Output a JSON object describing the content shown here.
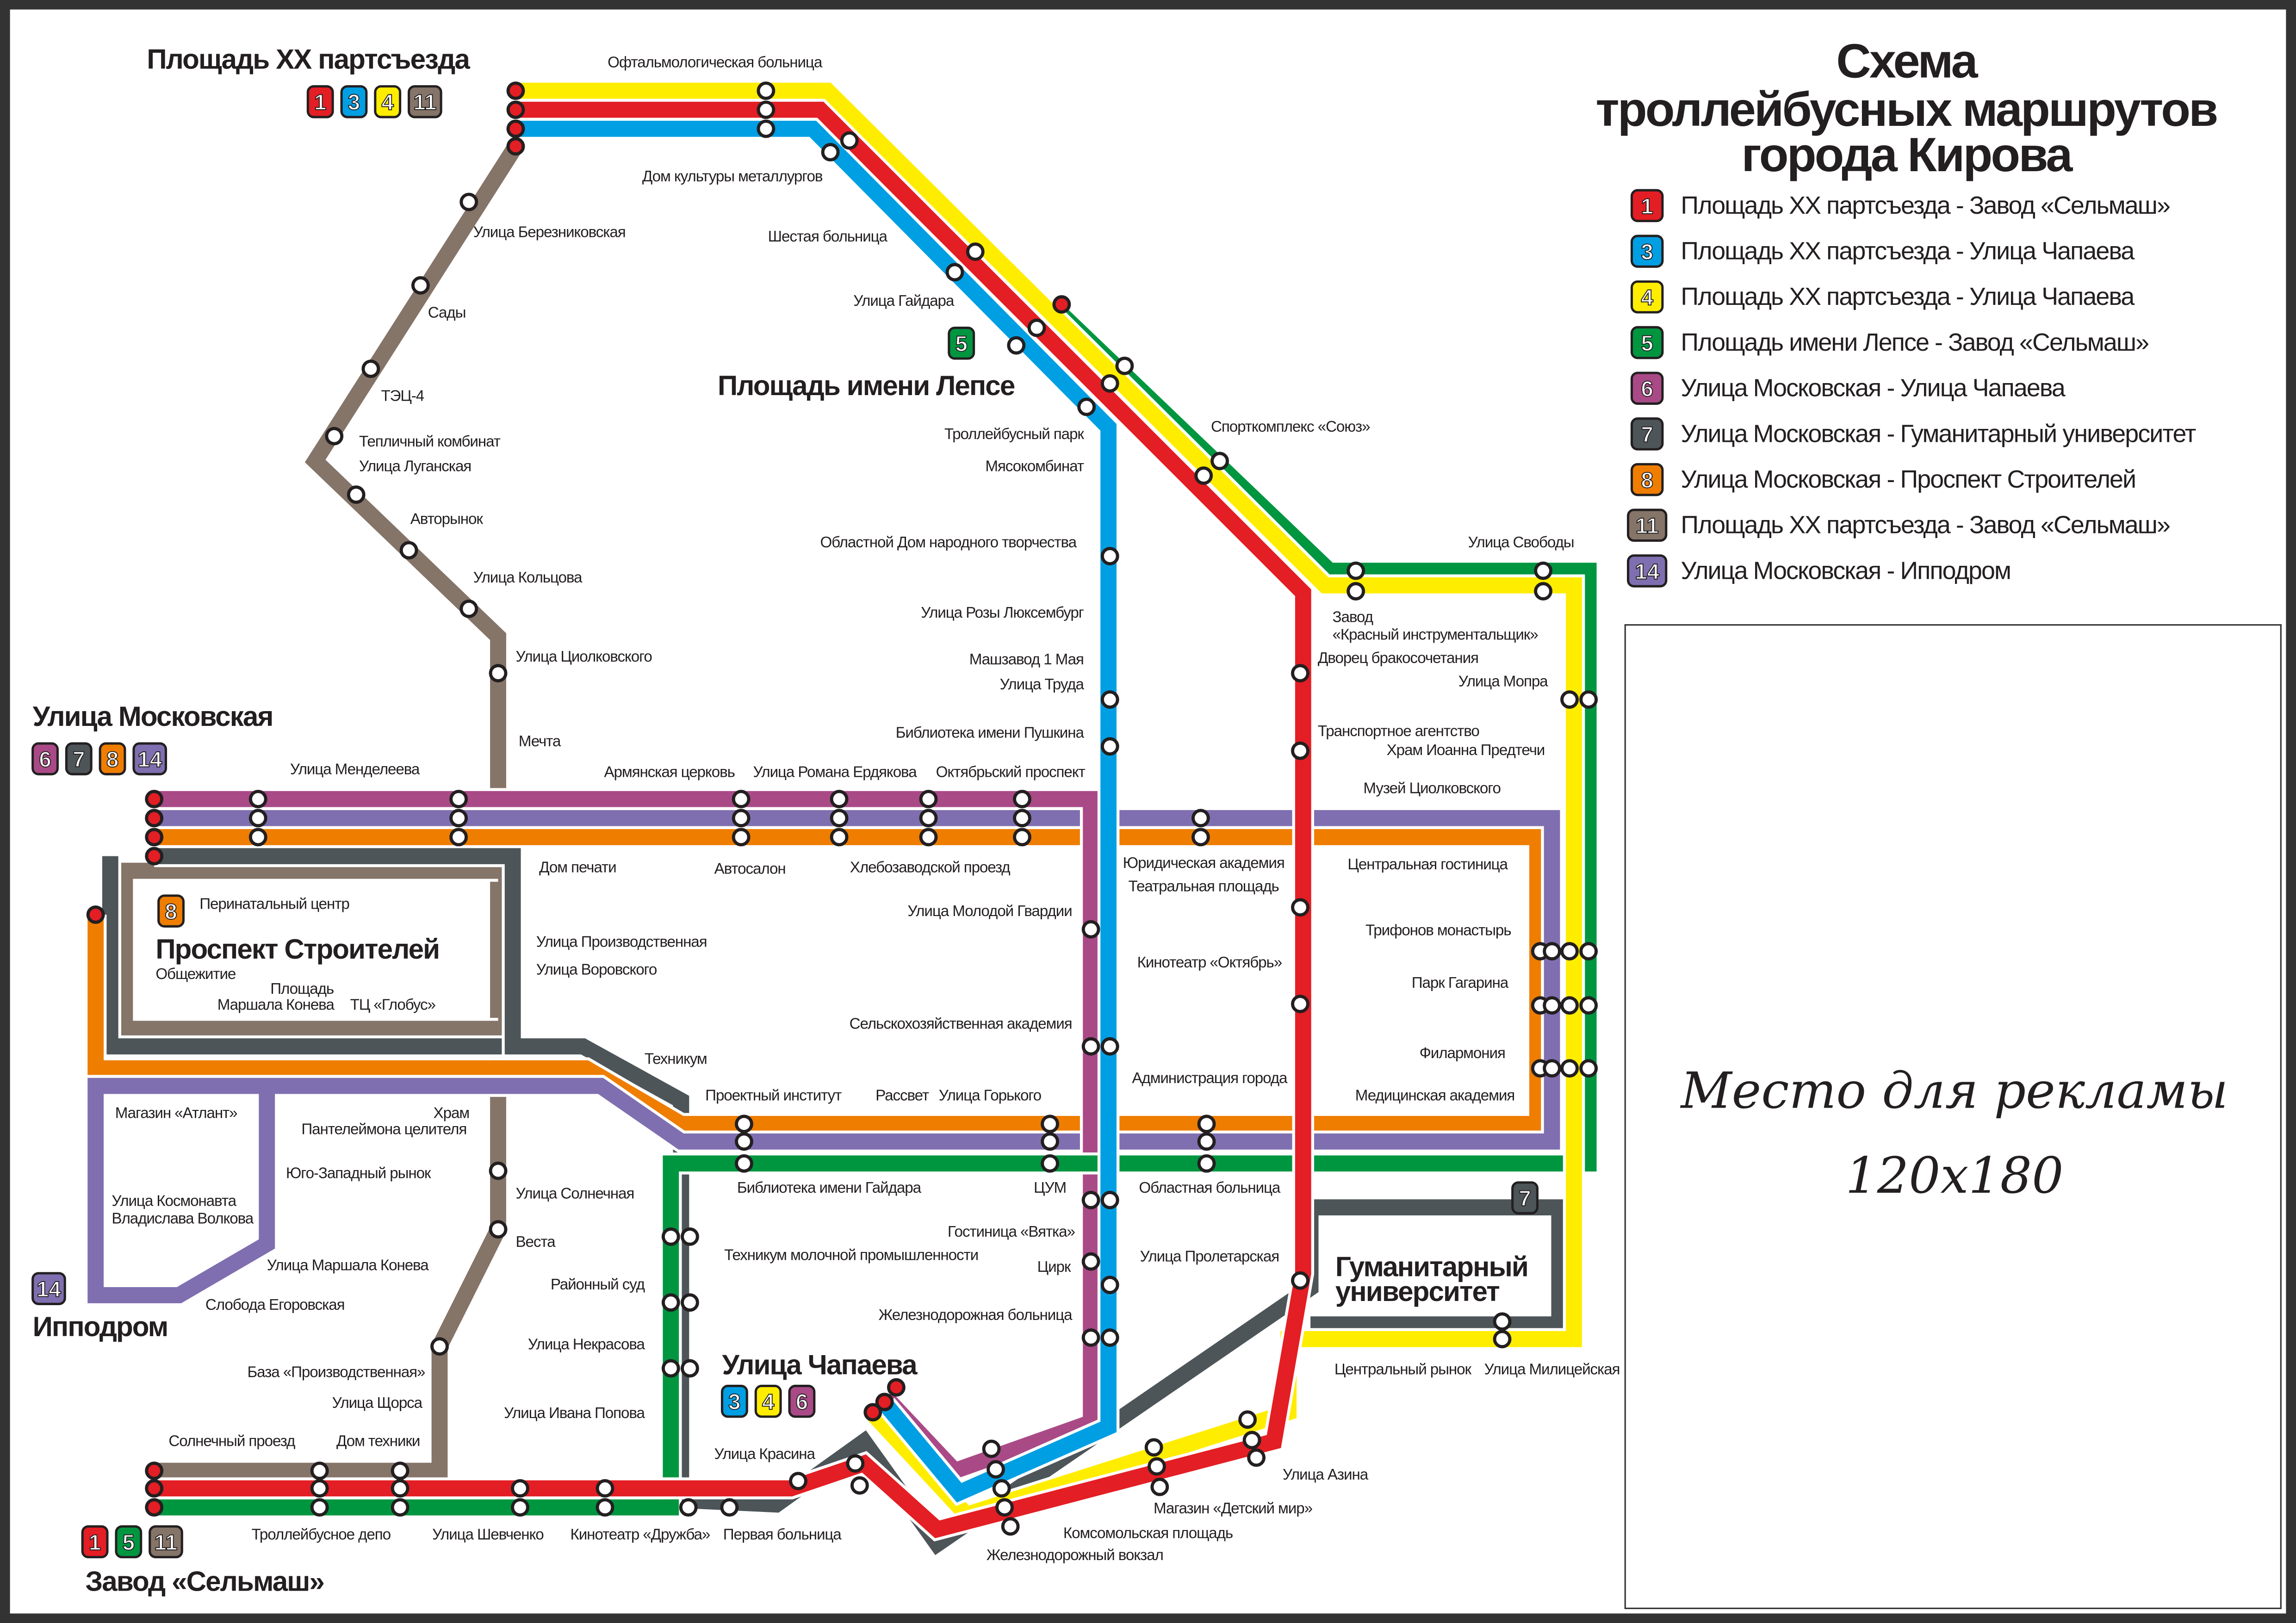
{
  "title": [
    "Схема",
    "троллейбусных маршрутов",
    "города Кирова"
  ],
  "colors": {
    "1": "#e31e24",
    "3": "#009fe3",
    "4": "#ffed00",
    "5": "#009640",
    "6": "#a94a87",
    "7": "#4d5559",
    "8": "#ef7d00",
    "11": "#857468",
    "14": "#7f6fb0",
    "frame": "#333333",
    "text": "#231f20"
  },
  "legend": [
    {
      "route": "1",
      "text": "Площадь XX партсъезда - Завод «Сельмаш»"
    },
    {
      "route": "3",
      "text": "Площадь XX партсъезда - Улица Чапаева"
    },
    {
      "route": "4",
      "text": "Площадь XX партсъезда - Улица Чапаева"
    },
    {
      "route": "5",
      "text": "Площадь имени Лепсе - Завод «Сельмаш»"
    },
    {
      "route": "6",
      "text": "Улица Московская - Улица Чапаева"
    },
    {
      "route": "7",
      "text": "Улица Московская - Гуманитарный университет"
    },
    {
      "route": "8",
      "text": "Улица Московская - Проспект Строителей"
    },
    {
      "route": "11",
      "text": "Площадь XX партсъезда - Завод «Сельмаш»"
    },
    {
      "route": "14",
      "text": "Улица Московская - Ипподром"
    }
  ],
  "terminals": [
    {
      "name": "Площадь XX партсъезда",
      "routes": [
        "1",
        "3",
        "4",
        "11"
      ]
    },
    {
      "name": "Улица Московская",
      "routes": [
        "6",
        "7",
        "8",
        "14"
      ]
    },
    {
      "name": "Проспект Строителей",
      "routes": [
        "8"
      ]
    },
    {
      "name": "Ипподром",
      "routes": [
        "14"
      ]
    },
    {
      "name": "Завод «Сельмаш»",
      "routes": [
        "1",
        "5",
        "11"
      ]
    },
    {
      "name": "Площадь имени Лепсе",
      "routes": [
        "5"
      ]
    },
    {
      "name": "Улица Чапаева",
      "routes": [
        "3",
        "4",
        "6"
      ]
    },
    {
      "name": "Гуманитарный университет",
      "routes": [
        "7"
      ]
    }
  ],
  "stations": [
    "Офтальмологическая больница",
    "Дом культуры металлургов",
    "Шестая больница",
    "Улица Гайдара",
    "Улица Березниковская",
    "Сады",
    "ТЭЦ-4",
    "Тепличный комбинат",
    "Улица Луганская",
    "Авторынок",
    "Улица Кольцова",
    "Улица Циолковского",
    "Мечта",
    "Троллейбусный парк",
    "Мясокомбинат",
    "Спорткомплекс «Союз»",
    "Областной Дом народного творчества",
    "Улица Розы Люксембург",
    "Машзавод 1 Мая",
    "Улица Труда",
    "Библиотека имени Пушкина",
    "Улица Свободы",
    "Завод",
    "«Красный инструментальщик»",
    "Дворец бракосочетания",
    "Улица Мопра",
    "Транспортное агентство",
    "Храм Иоанна Предтечи",
    "Улица Менделеева",
    "Армянская церковь",
    "Улица Романа Ердякова",
    "Октябрьский проспект",
    "Музей Циолковского",
    "Дом печати",
    "Автосалон",
    "Хлебозаводской проезд",
    "Юридическая академия",
    "Центральная гостиница",
    "Театральная площадь",
    "Перинатальный центр",
    "Улица Молодой Гвардии",
    "Улица Производственная",
    "Трифонов монастырь",
    "Улица Воровского",
    "Кинотеатр «Октябрь»",
    "Общежитие",
    "Площадь",
    "Маршала Конева",
    "ТЦ «Глобус»",
    "Парк Гагарина",
    "Сельскохозяйственная академия",
    "Техникум",
    "Филармония",
    "Администрация города",
    "Проектный институт",
    "Рассвет",
    "Улица Горького",
    "Медицинская академия",
    "Магазин «Атлант»",
    "Храм",
    "Пантелеймона целителя",
    "Юго-Западный рынок",
    "Библиотека имени Гайдара",
    "ЦУМ",
    "Областная больница",
    "Улица Солнечная",
    "Улица Космонавта",
    "Владислава Волкова",
    "Гостиница «Вятка»",
    "Веста",
    "Техникум молочной промышленности",
    "Улица Пролетарская",
    "Улица Маршала Конева",
    "Цирк",
    "Районный суд",
    "Слобода Егоровская",
    "Железнодорожная больница",
    "Улица Некрасова",
    "База «Производственная»",
    "Центральный рынок",
    "Улица Милицейская",
    "Улица Щорса",
    "Улица Ивана Попова",
    "Солнечный проезд",
    "Дом техники",
    "Улица Красина",
    "Улица Азина",
    "Магазин «Детский мир»",
    "Комсомольская площадь",
    "Троллейбусное депо",
    "Улица Шевченко",
    "Кинотеатр «Дружба»",
    "Первая больница",
    "Железнодорожный вокзал"
  ],
  "ad": {
    "text": "Место для рекламы",
    "size": "120x180"
  }
}
